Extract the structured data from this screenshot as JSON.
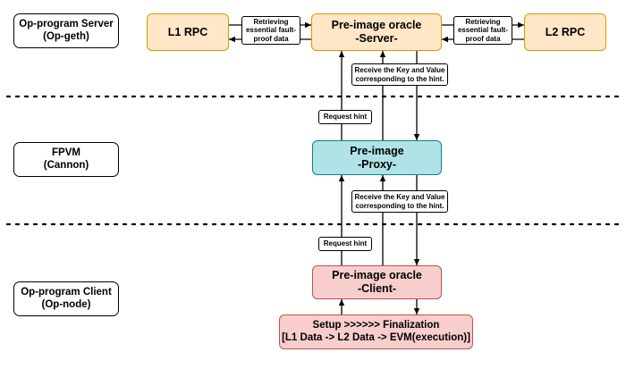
{
  "layers": {
    "server": {
      "line1": "Op-program Server",
      "line2": "(Op-geth)"
    },
    "fpvm": {
      "line1": "FPVM",
      "line2": "(Cannon)"
    },
    "client": {
      "line1": "Op-program Client",
      "line2": "(Op-node)"
    }
  },
  "nodes": {
    "l1_rpc": "L1 RPC",
    "l2_rpc": "L2 RPC",
    "oracle_server": {
      "line1": "Pre-image oracle",
      "line2": "-Server-"
    },
    "proxy": {
      "line1": "Pre-image",
      "line2": "-Proxy-"
    },
    "oracle_client": {
      "line1": "Pre-image oracle",
      "line2": "-Client-"
    },
    "setup": {
      "line1": "Setup >>>>>> Finalization",
      "line2": "[L1 Data -> L2 Data -> EVM(execution)]"
    }
  },
  "edge_labels": {
    "retrieving_left": {
      "line1": "Retrieving",
      "line2": "essential fault-",
      "line3": "proof data"
    },
    "retrieving_right": {
      "line1": "Retrieving",
      "line2": "essential fault-",
      "line3": "proof data"
    },
    "receive_upper": {
      "line1": "Receive the Key and Value",
      "line2": "corresponding to the hint."
    },
    "receive_lower": {
      "line1": "Receive the Key and Value",
      "line2": "corresponding to the hint."
    },
    "request_hint_upper": "Request hint",
    "request_hint_lower": "Request hint"
  },
  "colors": {
    "oracle_server_fill": "#ffe6c7",
    "oracle_server_border": "#d79b00",
    "proxy_fill": "#b0e3e6",
    "proxy_border": "#0e8088",
    "client_fill": "#f8cecc",
    "client_border": "#b85450"
  }
}
